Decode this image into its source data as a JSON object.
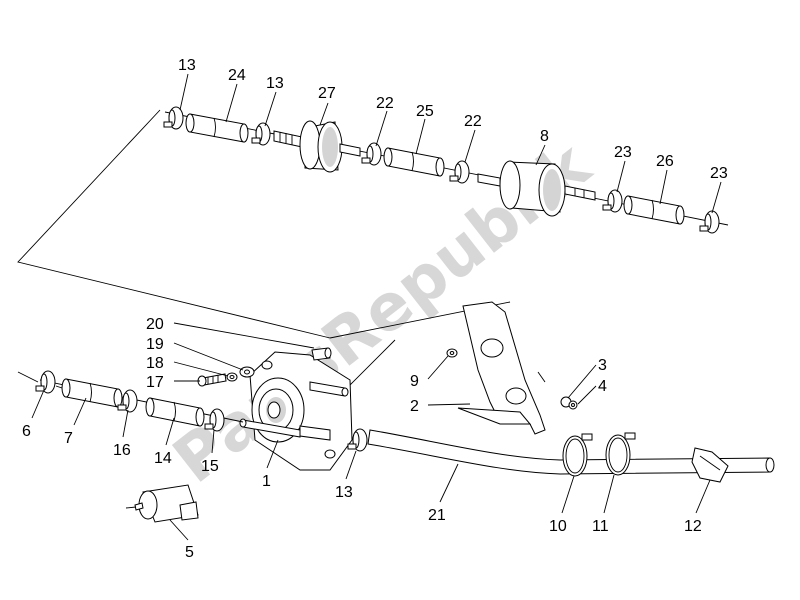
{
  "watermark": "PartsRepublik",
  "callouts": [
    "13",
    "24",
    "13",
    "27",
    "22",
    "25",
    "22",
    "8",
    "23",
    "26",
    "23",
    "20",
    "19",
    "18",
    "17",
    "9",
    "3",
    "4",
    "2",
    "6",
    "7",
    "16",
    "14",
    "15",
    "1",
    "13",
    "21",
    "10",
    "11",
    "12",
    "5"
  ]
}
